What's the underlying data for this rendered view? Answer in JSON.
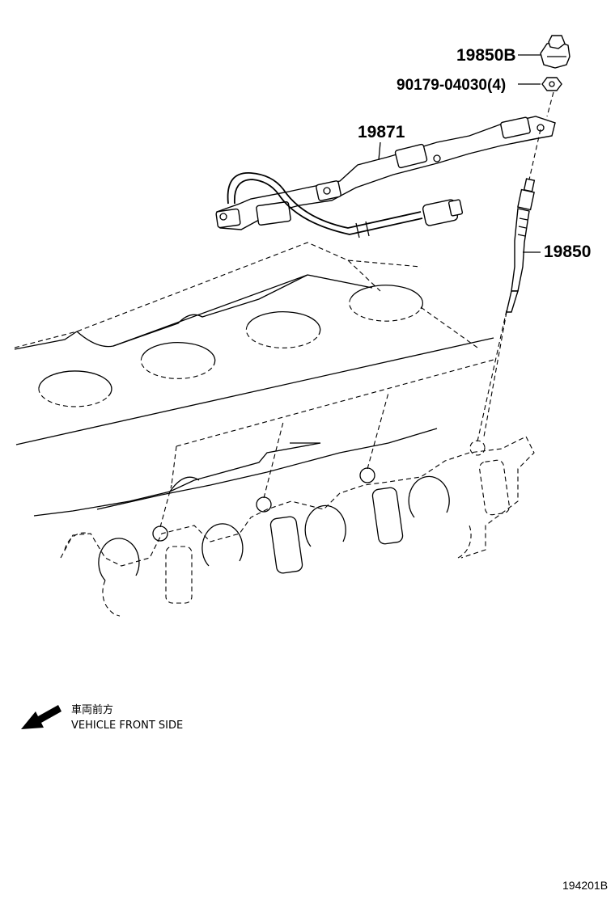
{
  "diagram": {
    "parts": [
      {
        "id": "p-19850b",
        "number": "19850B"
      },
      {
        "id": "p-90179",
        "number": "90179-04030(4)"
      },
      {
        "id": "p-19871",
        "number": "19871"
      },
      {
        "id": "p-19850",
        "number": "19850"
      }
    ],
    "direction": {
      "label_jp": "車両前方",
      "label_en": "VEHICLE FRONT SIDE"
    },
    "figure_code": "194201B"
  }
}
